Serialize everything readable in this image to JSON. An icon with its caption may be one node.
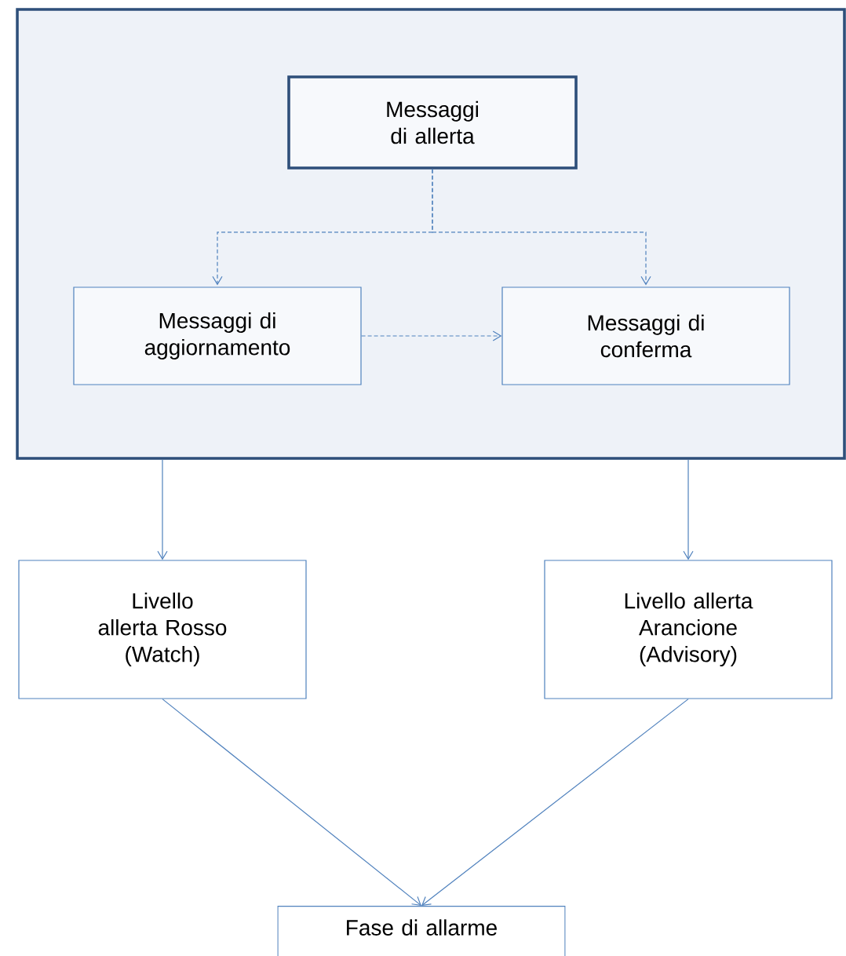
{
  "diagram": {
    "nodes": [
      {
        "text": [],
        "shape": "box"
      },
      {
        "text": [
          "Messaggi di allerta"
        ],
        "in": 0
      },
      {
        "text": [
          "Messaggi di aggiornamento"
        ],
        "in": 0
      },
      {
        "text": [
          "Messaggi di conferma"
        ],
        "in": 0
      },
      {
        "text": [
          "Livello allerta Rosso (Watch)"
        ]
      },
      {
        "text": [
          "Livello allerta Arancione (Advisory)"
        ]
      },
      {
        "text": [
          "Fase di allarme"
        ]
      }
    ],
    "edges": [
      {
        "from": 1,
        "to": 2,
        "arrow": "to",
        "style": "dashed"
      },
      {
        "from": 1,
        "to": 3,
        "arrow": "to",
        "style": "dashed"
      },
      {
        "from": 2,
        "to": 3,
        "arrow": "to",
        "style": "dashed"
      },
      {
        "from": 0,
        "to": 4,
        "arrow": "to"
      },
      {
        "from": 0,
        "to": 5,
        "arrow": "to"
      },
      {
        "from": 4,
        "to": 6,
        "arrow": "to"
      },
      {
        "from": 5,
        "to": 6,
        "arrow": "to"
      }
    ]
  }
}
